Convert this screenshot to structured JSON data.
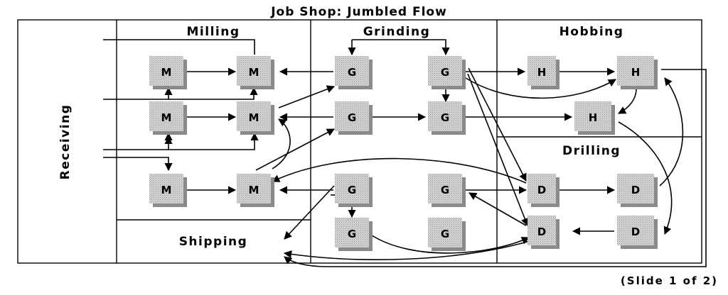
{
  "title": "Job Shop: Jumbled Flow",
  "footer": "(Slide 1 of 2)",
  "areas": {
    "receiving": "Receiving",
    "milling": "Milling",
    "grinding": "Grinding",
    "hobbing": "Hobbing",
    "drilling": "Drilling",
    "shipping": "Shipping"
  },
  "machines": [
    {
      "id": "m1",
      "label": "M"
    },
    {
      "id": "m2",
      "label": "M"
    },
    {
      "id": "m3",
      "label": "M"
    },
    {
      "id": "m4",
      "label": "M"
    },
    {
      "id": "m5",
      "label": "M"
    },
    {
      "id": "m6",
      "label": "M"
    },
    {
      "id": "g1",
      "label": "G"
    },
    {
      "id": "g2",
      "label": "G"
    },
    {
      "id": "g3",
      "label": "G"
    },
    {
      "id": "g4",
      "label": "G"
    },
    {
      "id": "g5",
      "label": "G"
    },
    {
      "id": "g6",
      "label": "G"
    },
    {
      "id": "g7",
      "label": "G"
    },
    {
      "id": "g8",
      "label": "G"
    },
    {
      "id": "h1",
      "label": "H"
    },
    {
      "id": "h2",
      "label": "H"
    },
    {
      "id": "h3",
      "label": "H"
    },
    {
      "id": "d1",
      "label": "D"
    },
    {
      "id": "d2",
      "label": "D"
    },
    {
      "id": "d3",
      "label": "D"
    },
    {
      "id": "d4",
      "label": "D"
    }
  ],
  "colors": {
    "machine_fill": "#cfcfcf",
    "machine_shadow": "#8a8a8a",
    "line": "#000000"
  }
}
